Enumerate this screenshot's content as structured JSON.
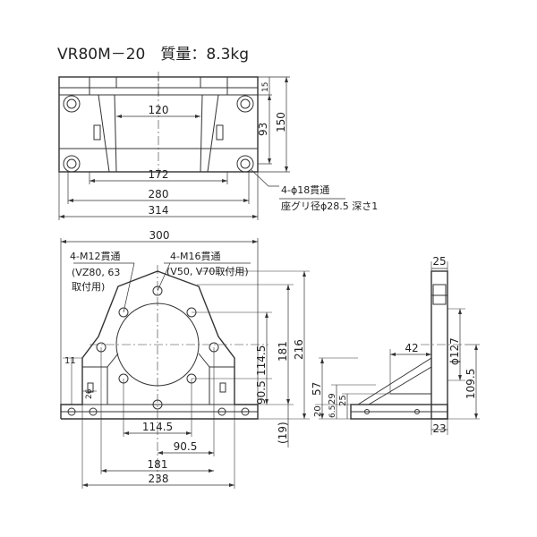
{
  "title": "VR80M－20　質量：8.3kg",
  "top_view": {
    "dim_120": "120",
    "dim_172": "172",
    "dim_280": "280",
    "dim_314": "314",
    "dim_15": "15",
    "dim_93": "93",
    "dim_150": "150",
    "hole_note_1": "4-ϕ18貫通",
    "hole_note_2": "座グリ径ϕ28.5 深さ1"
  },
  "front_view": {
    "dim_300": "300",
    "note_m12_1": "4-M12貫通",
    "note_m12_2": "(VZ80, 63",
    "note_m12_3": "取付用)",
    "note_m16_1": "4-M16貫通",
    "note_m16_2": "(V50, V70取付用)",
    "dim_11": "11",
    "dim_26": "26",
    "dim_114_5_v": "114.5",
    "dim_90_5_v": "90.5",
    "dim_181_v": "181",
    "dim_216": "216",
    "dim_19": "(19)",
    "dim_114_5_h": "114.5",
    "dim_90_5_h": "90.5",
    "dim_181_h": "181",
    "dim_238": "238"
  },
  "side_view": {
    "dim_25_top": "25",
    "dim_phi127": "ϕ127",
    "dim_109_5": "109.5",
    "dim_42": "42",
    "dim_57": "57",
    "dim_29": "29",
    "dim_25_left": "25",
    "dim_20": "20",
    "dim_6_5": "6.5",
    "dim_23": "23"
  }
}
